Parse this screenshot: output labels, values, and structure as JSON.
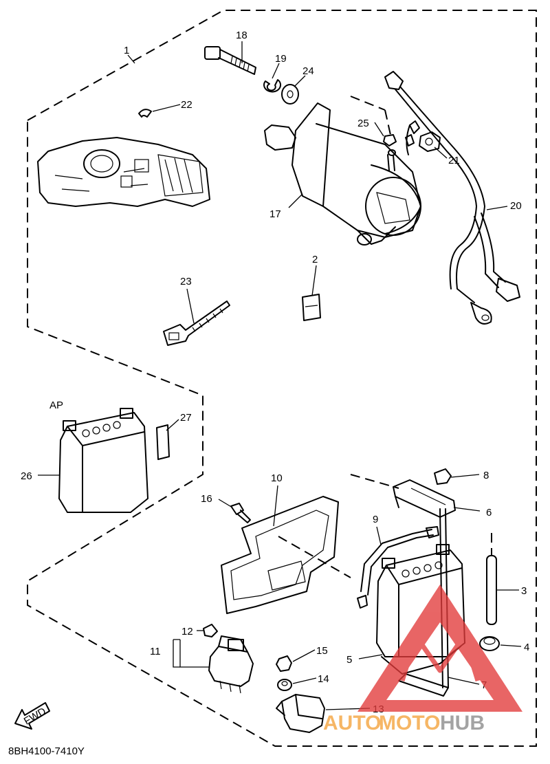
{
  "diagram": {
    "labels": {
      "p1": "1",
      "p2": "2",
      "p3": "3",
      "p4": "4",
      "p5": "5",
      "p6": "6",
      "p7": "7",
      "p8": "8",
      "p9": "9",
      "p10": "10",
      "p11": "11",
      "p12": "12",
      "p13": "13",
      "p14": "14",
      "p15": "15",
      "p16": "16",
      "p17": "17",
      "p18": "18",
      "p19": "19",
      "p20": "20",
      "p21": "21",
      "p22": "22",
      "p23": "23",
      "p24": "24",
      "p25": "25",
      "p26": "26",
      "p27": "27",
      "ap": "AP"
    },
    "fwd": "FWD",
    "code": "8BH4100-7410Y"
  },
  "watermark": {
    "part1": "AUTO",
    "part2": "MOTO",
    "part3": "HUB",
    "color_red": "#e23b3b",
    "color_orange": "#f4a23a",
    "color_gray": "#8a8a8a"
  }
}
